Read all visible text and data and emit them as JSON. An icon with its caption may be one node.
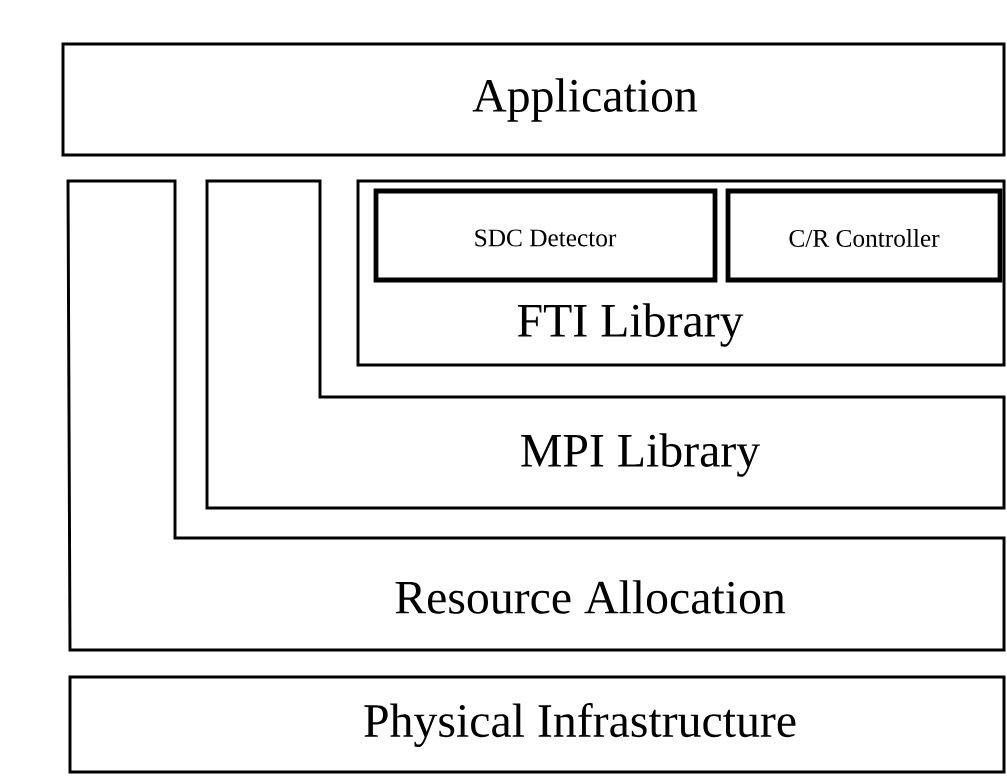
{
  "diagram": {
    "nodes": [
      {
        "text": [
          "Application"
        ]
      },
      {
        "text": [
          "Resource Allocation"
        ]
      },
      {
        "text": [
          "MPI Library"
        ]
      },
      {
        "text": [
          "FTI Library"
        ]
      },
      {
        "text": [
          "SDC Detector"
        ],
        "in": 3
      },
      {
        "text": [
          "C/R Controller"
        ],
        "in": 3
      },
      {
        "text": [
          "Physical Infrastructure"
        ]
      }
    ]
  }
}
